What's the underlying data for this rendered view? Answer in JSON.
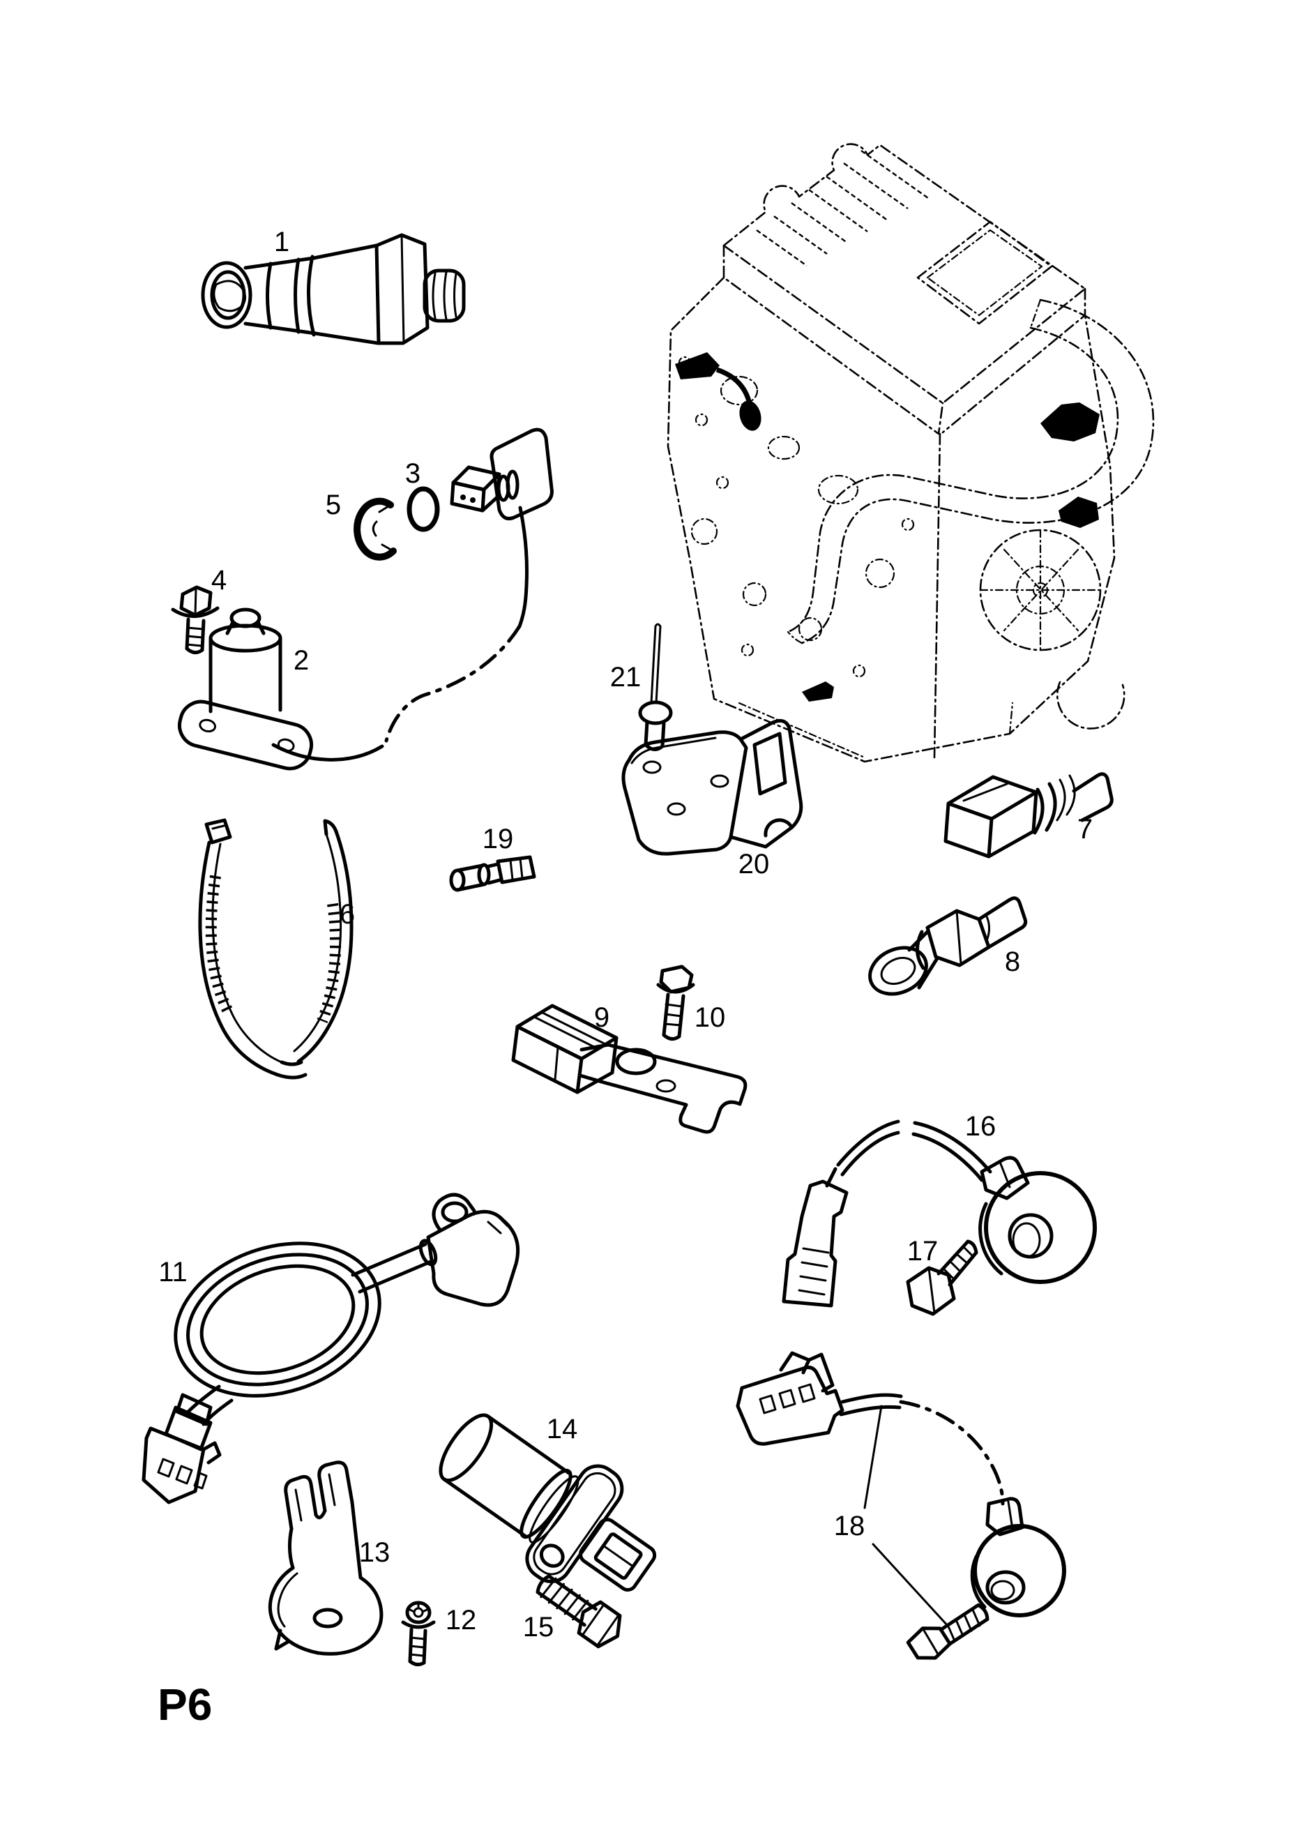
{
  "page_code": "P6",
  "colors": {
    "ink": "#000000",
    "paper": "#ffffff"
  },
  "callouts": {
    "c1": "1",
    "c2": "2",
    "c3": "3",
    "c4": "4",
    "c5": "5",
    "c6": "6",
    "c7": "7",
    "c8": "8",
    "c9": "9",
    "c10": "10",
    "c11": "11",
    "c12": "12",
    "c13": "13",
    "c14": "14",
    "c15": "15",
    "c16": "16",
    "c17": "17",
    "c18": "18",
    "c19": "19",
    "c20": "20",
    "c21": "21"
  }
}
